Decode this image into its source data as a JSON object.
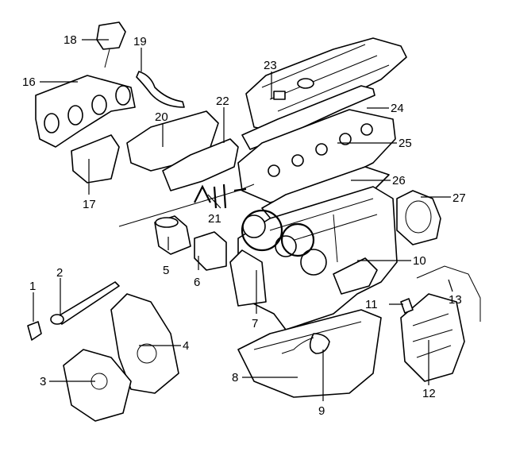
{
  "callouts": [
    {
      "id": "1",
      "label": "1"
    },
    {
      "id": "2",
      "label": "2"
    },
    {
      "id": "3",
      "label": "3"
    },
    {
      "id": "4",
      "label": "4"
    },
    {
      "id": "5",
      "label": "5"
    },
    {
      "id": "6",
      "label": "6"
    },
    {
      "id": "7",
      "label": "7"
    },
    {
      "id": "8",
      "label": "8"
    },
    {
      "id": "9",
      "label": "9"
    },
    {
      "id": "10",
      "label": "10"
    },
    {
      "id": "11",
      "label": "11"
    },
    {
      "id": "12",
      "label": "12"
    },
    {
      "id": "13",
      "label": "13"
    },
    {
      "id": "16",
      "label": "16"
    },
    {
      "id": "17",
      "label": "17"
    },
    {
      "id": "18",
      "label": "18"
    },
    {
      "id": "19",
      "label": "19"
    },
    {
      "id": "20",
      "label": "20"
    },
    {
      "id": "21",
      "label": "21"
    },
    {
      "id": "22",
      "label": "22"
    },
    {
      "id": "23",
      "label": "23"
    },
    {
      "id": "24",
      "label": "24"
    },
    {
      "id": "25",
      "label": "25"
    },
    {
      "id": "26",
      "label": "26"
    },
    {
      "id": "27",
      "label": "27"
    }
  ],
  "colors": {
    "line": "#000000",
    "background": "#ffffff"
  }
}
